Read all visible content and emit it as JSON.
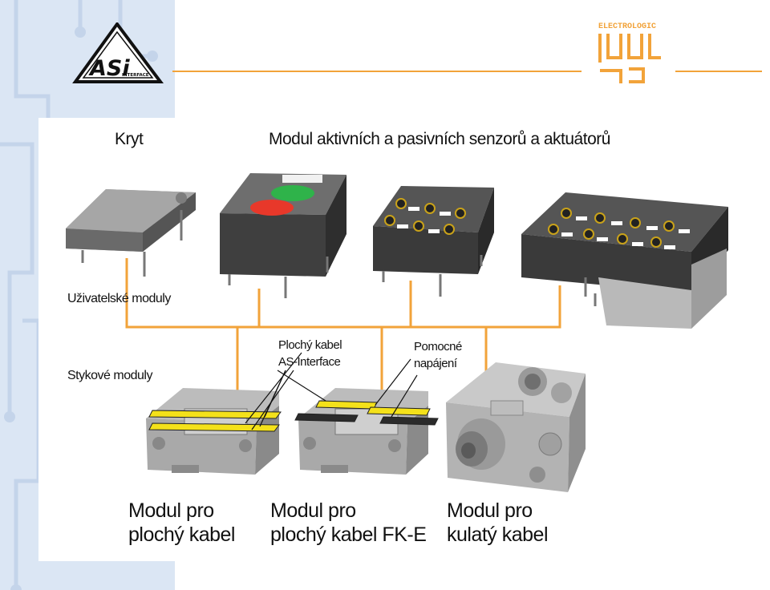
{
  "logos": {
    "asi_text": "ASi",
    "asi_subtext": "INTERFACE",
    "brand_text": "ELECTROLOGIC"
  },
  "labels": {
    "kryt": "Kryt",
    "modul_aktivnich": "Modul aktivních a pasivních senzorů a aktuátorů",
    "uzivatelske_moduly": "Uživatelské moduly",
    "stykove_moduly": "Stykové moduly",
    "plochy_kabel_line1": "Plochý kabel",
    "plochy_kabel_line2": "AS-Interface",
    "pomocne_line1": "Pomocné",
    "pomocne_line2": "napájení"
  },
  "captions": [
    {
      "line1": "Modul pro",
      "line2": "plochý kabel"
    },
    {
      "line1": "Modul pro",
      "line2": "plochý kabel FK-E"
    },
    {
      "line1": "Modul pro",
      "line2": "kulatý kabel"
    }
  ],
  "colors": {
    "accent": "#f2a33a",
    "sidebar": "#dbe6f4",
    "button_green": "#2fb34a",
    "button_red": "#e8382a",
    "cable_yellow": "#f4e11a",
    "module_dark": "#4a4a4a",
    "module_light": "#c9c9c9"
  }
}
